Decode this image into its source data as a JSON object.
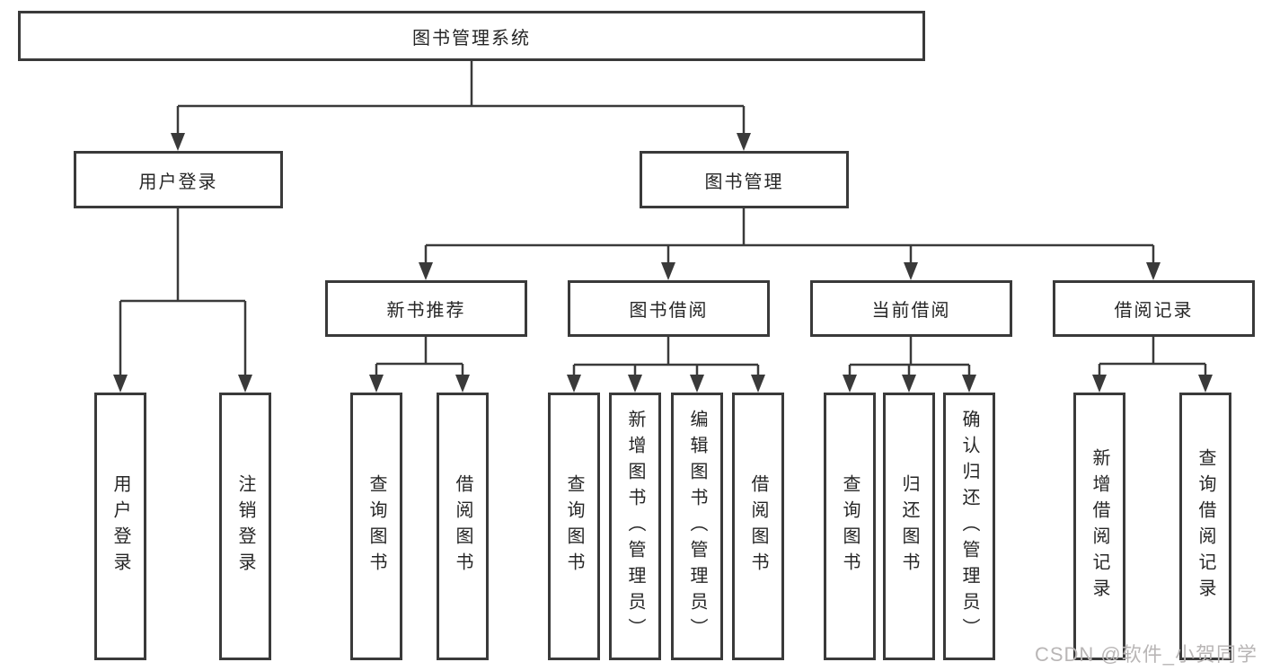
{
  "diagram": {
    "root": "图书管理系统",
    "children": [
      {
        "label": "用户登录",
        "children": [
          {
            "label": "用户登录"
          },
          {
            "label": "注销登录"
          }
        ]
      },
      {
        "label": "图书管理",
        "children": [
          {
            "label": "新书推荐",
            "children": [
              {
                "label": "查询图书"
              },
              {
                "label": "借阅图书"
              }
            ]
          },
          {
            "label": "图书借阅",
            "children": [
              {
                "label": "查询图书"
              },
              {
                "label": "新增图书（管理员）"
              },
              {
                "label": "编辑图书（管理员）"
              },
              {
                "label": "借阅图书"
              }
            ]
          },
          {
            "label": "当前借阅",
            "children": [
              {
                "label": "查询图书"
              },
              {
                "label": "归还图书"
              },
              {
                "label": "确认归还（管理员）"
              }
            ]
          },
          {
            "label": "借阅记录",
            "children": [
              {
                "label": "新增借阅记录"
              },
              {
                "label": "查询借阅记录"
              }
            ]
          }
        ]
      }
    ]
  },
  "watermark": {
    "text": "CSDN @软件_小贺同学"
  },
  "colors": {
    "line": "#3a3a3a",
    "border": "#3a3a3a",
    "text": "#262626",
    "watermark": "#b9b6b6",
    "background": "#ffffff"
  }
}
